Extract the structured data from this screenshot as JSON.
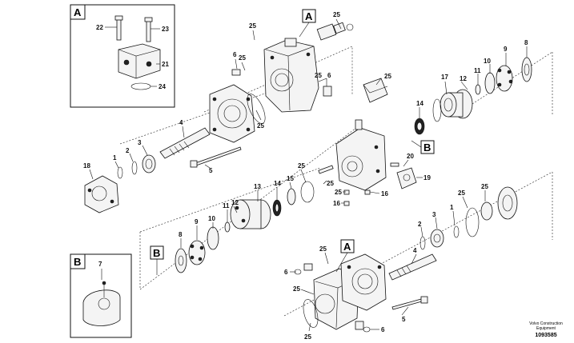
{
  "detail_A": {
    "tag": "A",
    "labels": [
      "22",
      "23",
      "21",
      "24"
    ]
  },
  "detail_B": {
    "tag": "B",
    "labels": [
      "7"
    ]
  },
  "callouts": {
    "a_top": "A",
    "a_bottom": "A",
    "b_mid": "B",
    "b_left": "B"
  },
  "part_numbers": {
    "n1": "25",
    "n2": "25",
    "n3": "6",
    "n4": "25",
    "n5": "6",
    "n6": "25",
    "n7": "8",
    "n8": "9",
    "n9": "10",
    "n10": "11",
    "n11": "12",
    "n12": "17",
    "n13": "14",
    "n14": "25",
    "n15": "25",
    "n16": "4",
    "n17": "3",
    "n18": "2",
    "n19": "1",
    "n20": "18",
    "n21": "5",
    "n22": "20",
    "n23": "19",
    "n24": "25",
    "n25": "16",
    "n26": "16",
    "n27": "25",
    "n28": "13",
    "n29": "14",
    "n30": "15",
    "n31": "25",
    "n32": "25",
    "n33": "25",
    "n34": "3",
    "n35": "2",
    "n36": "1",
    "n37": "4",
    "n38": "9",
    "n39": "8",
    "n40": "10",
    "n41": "11",
    "n42": "12",
    "n43": "6",
    "n44": "25",
    "n45": "25",
    "n46": "25",
    "n47": "6",
    "n48": "5"
  },
  "stamp": {
    "line1": "Volvo Construction",
    "line2": "Equipment",
    "number": "1093585"
  }
}
